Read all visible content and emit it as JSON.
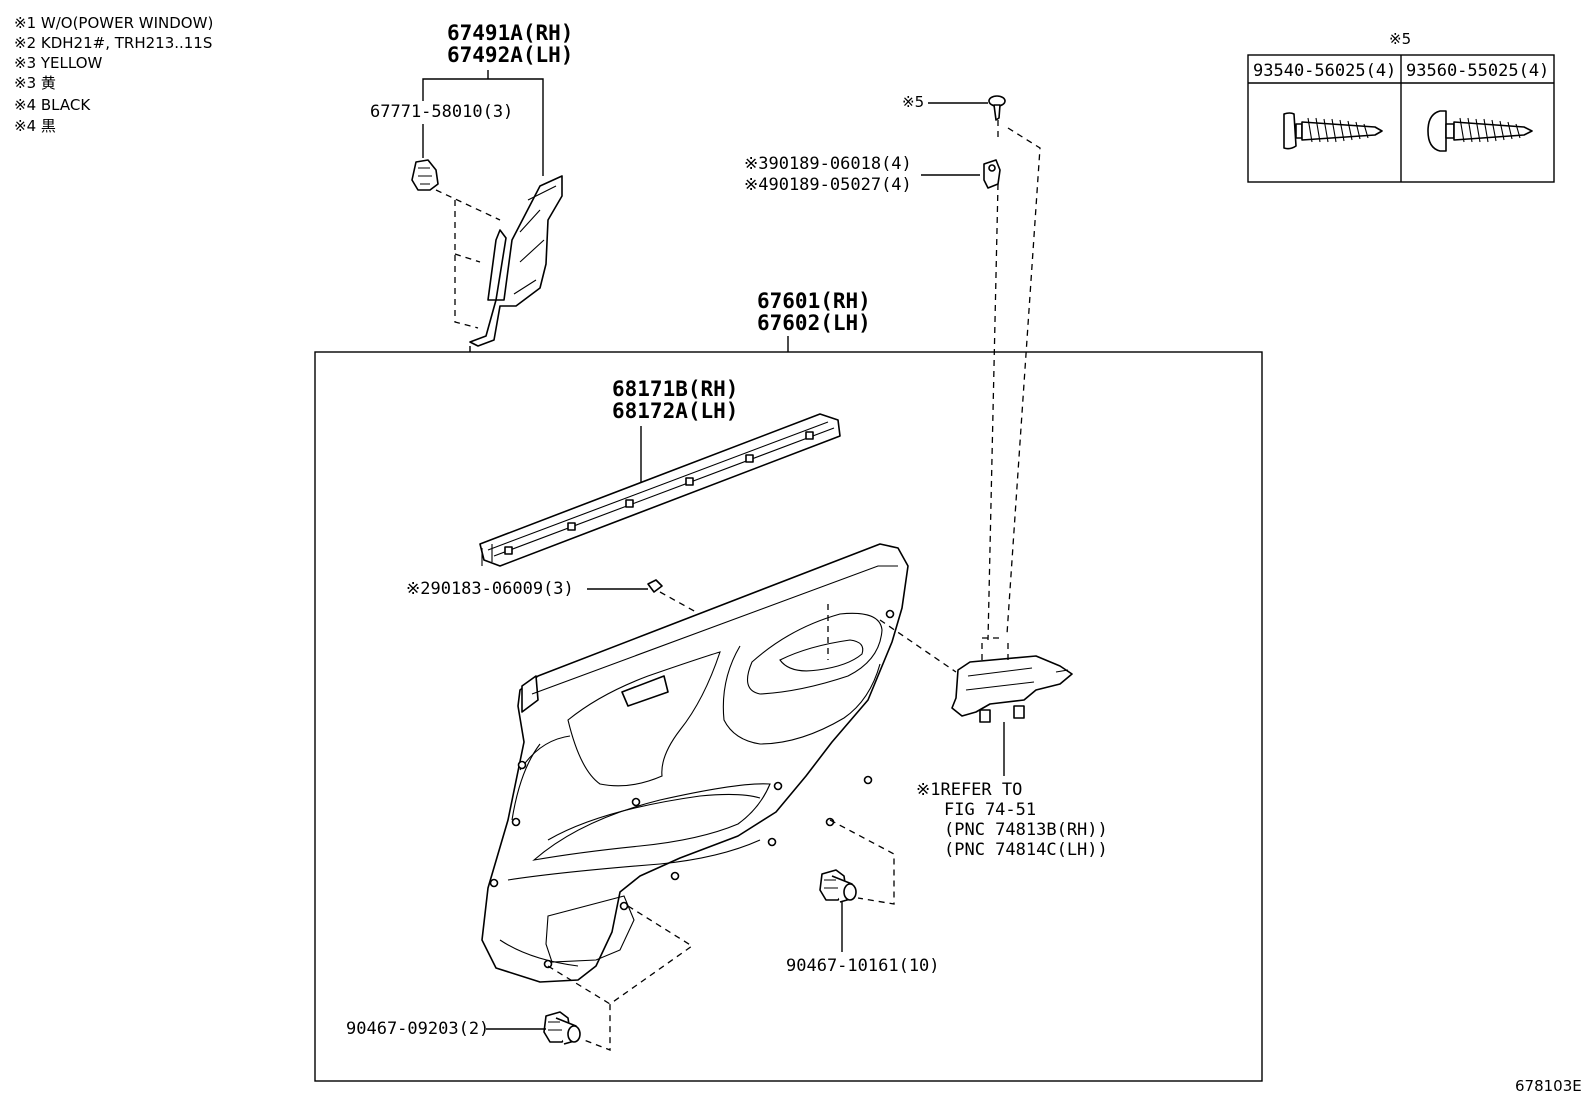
{
  "notes": [
    "※1 W/O(POWER WINDOW)",
    "※2 KDH21#, TRH213..11S",
    "※3 YELLOW",
    "※3 黄",
    "※4 BLACK",
    "※4 黒"
  ],
  "screw_table": {
    "header": "※5",
    "col1": "93540-56025(4)",
    "col2": "93560-55025(4)"
  },
  "labels": {
    "armrest_rh": "67491A(RH)",
    "armrest_lh": "67492A(LH)",
    "clip_armrest": "67771-58010(3)",
    "screw_ref": "※5",
    "nut_yellow": "※390189-06018(4)",
    "nut_black": "※490189-05027(4)",
    "trim_rh": "67601(RH)",
    "trim_lh": "67602(LH)",
    "weatherstrip_rh": "68171B(RH)",
    "weatherstrip_lh": "68172A(LH)",
    "retainer": "※290183-06009(3)",
    "refer_1": "※1REFER TO",
    "refer_2": "FIG 74-51",
    "refer_3": "(PNC 74813B(RH))",
    "refer_4": "(PNC 74814C(LH))",
    "clip_main": "90467-10161(10)",
    "clip_lower": "90467-09203(2)"
  },
  "figure_number": "678103E",
  "icons": [
    "armrest-icon",
    "armrest-clip-icon",
    "screw-icon",
    "nut-icon",
    "door-trim-panel-icon",
    "weatherstrip-icon",
    "retainer-icon",
    "inside-handle-icon",
    "trim-clip-icon",
    "tapping-screw-icon"
  ]
}
